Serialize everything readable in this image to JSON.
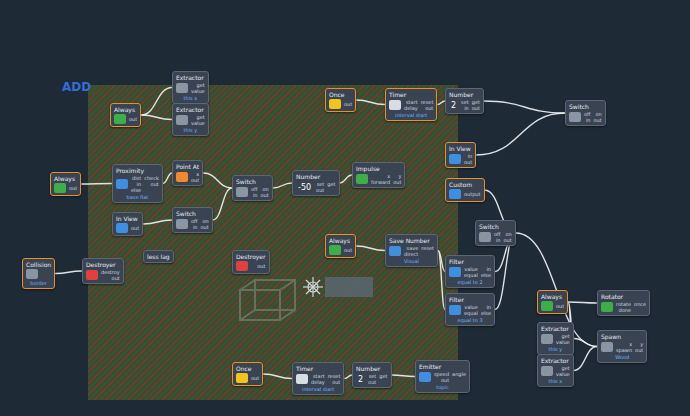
{
  "diagram": {
    "nodes": [
      {
        "text": [
          "Always",
          "out"
        ]
      },
      {
        "text": [
          "Extractor",
          "get",
          "value",
          "this x"
        ]
      },
      {
        "text": [
          "Extractor",
          "get",
          "value",
          "this y"
        ]
      },
      {
        "text": [
          "Once",
          "out"
        ]
      },
      {
        "text": [
          "Timer",
          "start",
          "reset",
          "delay",
          "out",
          "interval start"
        ]
      },
      {
        "text": [
          "Number",
          "set",
          "get",
          "in",
          "out",
          "2"
        ]
      },
      {
        "text": [
          "Switch",
          "off",
          "on",
          "in",
          "out"
        ]
      },
      {
        "text": [
          "Always",
          "out"
        ]
      },
      {
        "text": [
          "Proximity",
          "dist",
          "check",
          "in",
          "out",
          "else",
          "base flat"
        ]
      },
      {
        "text": [
          "Point At",
          "x",
          "out"
        ]
      },
      {
        "text": [
          "Switch",
          "off",
          "on",
          "in",
          "out"
        ]
      },
      {
        "text": [
          "Number",
          "set",
          "get",
          "out",
          "-50"
        ]
      },
      {
        "text": [
          "Impulse",
          "x",
          "y",
          "forward",
          "out"
        ]
      },
      {
        "text": [
          "In View",
          "out"
        ]
      },
      {
        "text": [
          "Switch",
          "off",
          "on",
          "in",
          "out"
        ]
      },
      {
        "text": [
          "less lag"
        ]
      },
      {
        "text": [
          "Destroyer",
          "out"
        ]
      },
      {
        "text": [
          "Collision",
          "border"
        ]
      },
      {
        "text": [
          "Destroyer",
          "destroy",
          "out"
        ]
      },
      {
        "text": [
          "In View",
          "in",
          "out"
        ]
      },
      {
        "text": [
          "Custom",
          "output"
        ]
      },
      {
        "text": [
          "Switch",
          "off",
          "on",
          "in",
          "out"
        ]
      },
      {
        "text": [
          "Always",
          "out"
        ]
      },
      {
        "text": [
          "Save Number",
          "save",
          "reset",
          "direct",
          "Visual"
        ]
      },
      {
        "text": [
          "Filter",
          "value",
          "in",
          "equal",
          "else",
          "equal to 2"
        ]
      },
      {
        "text": [
          "Filter",
          "value",
          "in",
          "equal",
          "else",
          "equal to 3"
        ]
      },
      {
        "text": [
          "Always",
          "out"
        ]
      },
      {
        "text": [
          "Rotator",
          "rotate",
          "once",
          "done"
        ]
      },
      {
        "text": [
          "Extractor",
          "get",
          "value",
          "this y"
        ]
      },
      {
        "text": [
          "Extractor",
          "get",
          "value",
          "this x"
        ]
      },
      {
        "text": [
          "Spawn",
          "x",
          "y",
          "spawn",
          "out",
          "Wood"
        ]
      },
      {
        "text": [
          "Once",
          "out"
        ]
      },
      {
        "text": [
          "Timer",
          "start",
          "reset",
          "delay",
          "out",
          "interval start"
        ]
      },
      {
        "text": [
          "Number",
          "set",
          "get",
          "out",
          "2"
        ]
      },
      {
        "text": [
          "Emitter",
          "speed",
          "angle",
          "out",
          "topic"
        ]
      }
    ],
    "edges": [
      {
        "from": 0,
        "to": 1,
        "arrow": "none"
      },
      {
        "from": 0,
        "to": 2,
        "arrow": "none"
      },
      {
        "from": 3,
        "to": 4,
        "arrow": "none"
      },
      {
        "from": 4,
        "to": 5,
        "arrow": "none"
      },
      {
        "from": 5,
        "to": 6,
        "arrow": "none"
      },
      {
        "from": 19,
        "to": 6,
        "arrow": "none"
      },
      {
        "from": 7,
        "to": 8,
        "arrow": "none"
      },
      {
        "from": 8,
        "to": 9,
        "arrow": "none"
      },
      {
        "from": 9,
        "to": 10,
        "arrow": "none"
      },
      {
        "from": 10,
        "to": 11,
        "arrow": "none"
      },
      {
        "from": 11,
        "to": 12,
        "arrow": "none"
      },
      {
        "from": 13,
        "to": 14,
        "arrow": "none"
      },
      {
        "from": 14,
        "to": 10,
        "arrow": "none"
      },
      {
        "from": 17,
        "to": 18,
        "arrow": "none"
      },
      {
        "from": 22,
        "to": 23,
        "arrow": "none"
      },
      {
        "from": 23,
        "to": 24,
        "arrow": "none"
      },
      {
        "from": 23,
        "to": 25,
        "arrow": "none"
      },
      {
        "from": 24,
        "to": 21,
        "arrow": "none"
      },
      {
        "from": 25,
        "to": 21,
        "arrow": "none"
      },
      {
        "from": 20,
        "to": 21,
        "arrow": "none"
      },
      {
        "from": 21,
        "to": 30,
        "arrow": "none"
      },
      {
        "from": 26,
        "to": 27,
        "arrow": "none"
      },
      {
        "from": 26,
        "to": 28,
        "arrow": "none"
      },
      {
        "from": 26,
        "to": 29,
        "arrow": "none"
      },
      {
        "from": 28,
        "to": 30,
        "arrow": "none"
      },
      {
        "from": 29,
        "to": 30,
        "arrow": "none"
      },
      {
        "from": 31,
        "to": 32,
        "arrow": "none"
      },
      {
        "from": 32,
        "to": 33,
        "arrow": "none"
      },
      {
        "from": 33,
        "to": 34,
        "arrow": "none"
      }
    ],
    "labels": [
      "ADD"
    ]
  }
}
